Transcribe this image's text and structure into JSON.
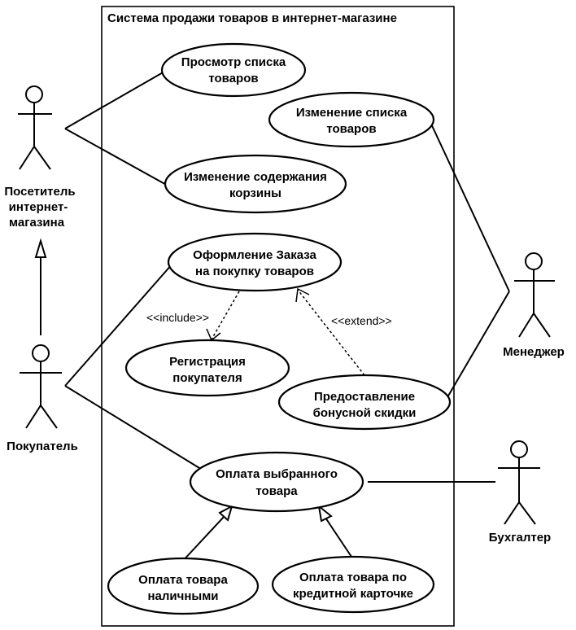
{
  "system": {
    "title": "Система продажи товаров в интернет-магазине"
  },
  "actors": {
    "visitor": {
      "lines": [
        "Посетитель",
        "интернет-",
        "магазина"
      ]
    },
    "buyer": {
      "lines": [
        "Покупатель"
      ]
    },
    "manager": {
      "lines": [
        "Менеджер"
      ]
    },
    "accountant": {
      "lines": [
        "Бухгалтер"
      ]
    }
  },
  "use_cases": {
    "view_list": {
      "lines": [
        "Просмотр списка",
        "товаров"
      ]
    },
    "change_list": {
      "lines": [
        "Изменение списка",
        "товаров"
      ]
    },
    "change_cart": {
      "lines": [
        "Изменение содержания",
        "корзины"
      ]
    },
    "place_order": {
      "lines": [
        "Оформление Заказа",
        "на покупку товаров"
      ]
    },
    "register": {
      "lines": [
        "Регистрация",
        "покупателя"
      ]
    },
    "bonus": {
      "lines": [
        "Предоставление",
        "бонусной скидки"
      ]
    },
    "pay": {
      "lines": [
        "Оплата выбранного",
        "товара"
      ]
    },
    "pay_cash": {
      "lines": [
        "Оплата товара",
        "наличными"
      ]
    },
    "pay_card": {
      "lines": [
        "Оплата товара по",
        "кредитной карточке"
      ]
    }
  },
  "relations": {
    "include": "<<include>>",
    "extend": "<<extend>>"
  }
}
